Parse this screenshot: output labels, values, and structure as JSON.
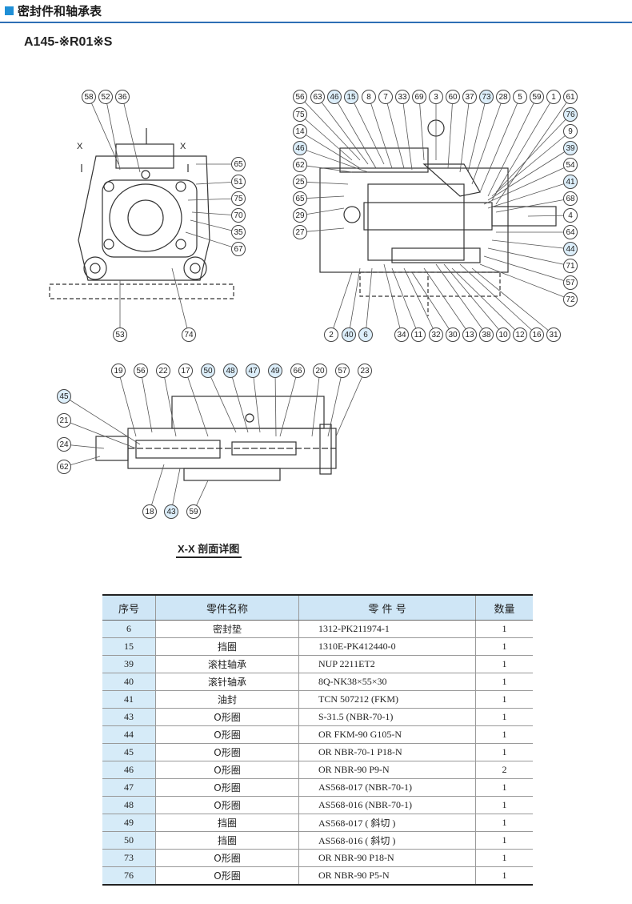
{
  "header": {
    "title": "密封件和轴承表"
  },
  "model": "A145-※R01※S",
  "section_label": "X-X 剖面详图",
  "view_markers": {
    "x_left": "X",
    "x_right": "X"
  },
  "callouts": [
    {
      "n": "58",
      "hl": false
    },
    {
      "n": "52",
      "hl": false
    },
    {
      "n": "36",
      "hl": false
    },
    {
      "n": "65",
      "hl": false
    },
    {
      "n": "51",
      "hl": false
    },
    {
      "n": "75",
      "hl": false
    },
    {
      "n": "70",
      "hl": false
    },
    {
      "n": "35",
      "hl": false
    },
    {
      "n": "67",
      "hl": false
    },
    {
      "n": "53",
      "hl": false
    },
    {
      "n": "74",
      "hl": false
    },
    {
      "n": "56",
      "hl": false
    },
    {
      "n": "63",
      "hl": false
    },
    {
      "n": "46",
      "hl": true
    },
    {
      "n": "15",
      "hl": true
    },
    {
      "n": "8",
      "hl": false
    },
    {
      "n": "7",
      "hl": false
    },
    {
      "n": "33",
      "hl": false
    },
    {
      "n": "69",
      "hl": false
    },
    {
      "n": "3",
      "hl": false
    },
    {
      "n": "60",
      "hl": false
    },
    {
      "n": "37",
      "hl": false
    },
    {
      "n": "73",
      "hl": true
    },
    {
      "n": "28",
      "hl": false
    },
    {
      "n": "5",
      "hl": false
    },
    {
      "n": "59",
      "hl": false
    },
    {
      "n": "1",
      "hl": false
    },
    {
      "n": "61",
      "hl": false
    },
    {
      "n": "75",
      "hl": false
    },
    {
      "n": "14",
      "hl": false
    },
    {
      "n": "46",
      "hl": true
    },
    {
      "n": "62",
      "hl": false
    },
    {
      "n": "25",
      "hl": false
    },
    {
      "n": "65",
      "hl": false
    },
    {
      "n": "29",
      "hl": false
    },
    {
      "n": "27",
      "hl": false
    },
    {
      "n": "76",
      "hl": true
    },
    {
      "n": "9",
      "hl": false
    },
    {
      "n": "39",
      "hl": true
    },
    {
      "n": "54",
      "hl": false
    },
    {
      "n": "41",
      "hl": true
    },
    {
      "n": "68",
      "hl": false
    },
    {
      "n": "4",
      "hl": false
    },
    {
      "n": "64",
      "hl": false
    },
    {
      "n": "44",
      "hl": true
    },
    {
      "n": "71",
      "hl": false
    },
    {
      "n": "57",
      "hl": false
    },
    {
      "n": "72",
      "hl": false
    },
    {
      "n": "2",
      "hl": false
    },
    {
      "n": "40",
      "hl": true
    },
    {
      "n": "6",
      "hl": true
    },
    {
      "n": "34",
      "hl": false
    },
    {
      "n": "11",
      "hl": false
    },
    {
      "n": "32",
      "hl": false
    },
    {
      "n": "30",
      "hl": false
    },
    {
      "n": "13",
      "hl": false
    },
    {
      "n": "38",
      "hl": false
    },
    {
      "n": "10",
      "hl": false
    },
    {
      "n": "12",
      "hl": false
    },
    {
      "n": "16",
      "hl": false
    },
    {
      "n": "31",
      "hl": false
    },
    {
      "n": "19",
      "hl": false
    },
    {
      "n": "56",
      "hl": false
    },
    {
      "n": "22",
      "hl": false
    },
    {
      "n": "17",
      "hl": false
    },
    {
      "n": "50",
      "hl": true
    },
    {
      "n": "48",
      "hl": true
    },
    {
      "n": "47",
      "hl": true
    },
    {
      "n": "49",
      "hl": true
    },
    {
      "n": "66",
      "hl": false
    },
    {
      "n": "20",
      "hl": false
    },
    {
      "n": "57",
      "hl": false
    },
    {
      "n": "23",
      "hl": false
    },
    {
      "n": "45",
      "hl": true
    },
    {
      "n": "21",
      "hl": false
    },
    {
      "n": "24",
      "hl": false
    },
    {
      "n": "62",
      "hl": false
    },
    {
      "n": "18",
      "hl": false
    },
    {
      "n": "43",
      "hl": true
    },
    {
      "n": "59",
      "hl": false
    }
  ],
  "table": {
    "headers": [
      "序号",
      "零件名称",
      "零 件 号",
      "数量"
    ],
    "rows": [
      [
        "6",
        "密封垫",
        "1312-PK211974-1",
        "1"
      ],
      [
        "15",
        "挡圈",
        "1310E-PK412440-0",
        "1"
      ],
      [
        "39",
        "滚柱轴承",
        "NUP 2211ET2",
        "1"
      ],
      [
        "40",
        "滚针轴承",
        "8Q-NK38×55×30",
        "1"
      ],
      [
        "41",
        "油封",
        "TCN 507212 (FKM)",
        "1"
      ],
      [
        "43",
        "O形圈",
        "S-31.5 (NBR-70-1)",
        "1"
      ],
      [
        "44",
        "O形圈",
        "OR FKM-90 G105-N",
        "1"
      ],
      [
        "45",
        "O形圈",
        "OR NBR-70-1 P18-N",
        "1"
      ],
      [
        "46",
        "O形圈",
        "OR NBR-90 P9-N",
        "2"
      ],
      [
        "47",
        "O形圈",
        "AS568-017 (NBR-70-1)",
        "1"
      ],
      [
        "48",
        "O形圈",
        "AS568-016 (NBR-70-1)",
        "1"
      ],
      [
        "49",
        "挡圈",
        "AS568-017 ( 斜切 )",
        "1"
      ],
      [
        "50",
        "挡圈",
        "AS568-016 ( 斜切 )",
        "1"
      ],
      [
        "73",
        "O形圈",
        "OR NBR-90 P18-N",
        "1"
      ],
      [
        "76",
        "O形圈",
        "OR NBR-90 P5-N",
        "1"
      ]
    ]
  }
}
